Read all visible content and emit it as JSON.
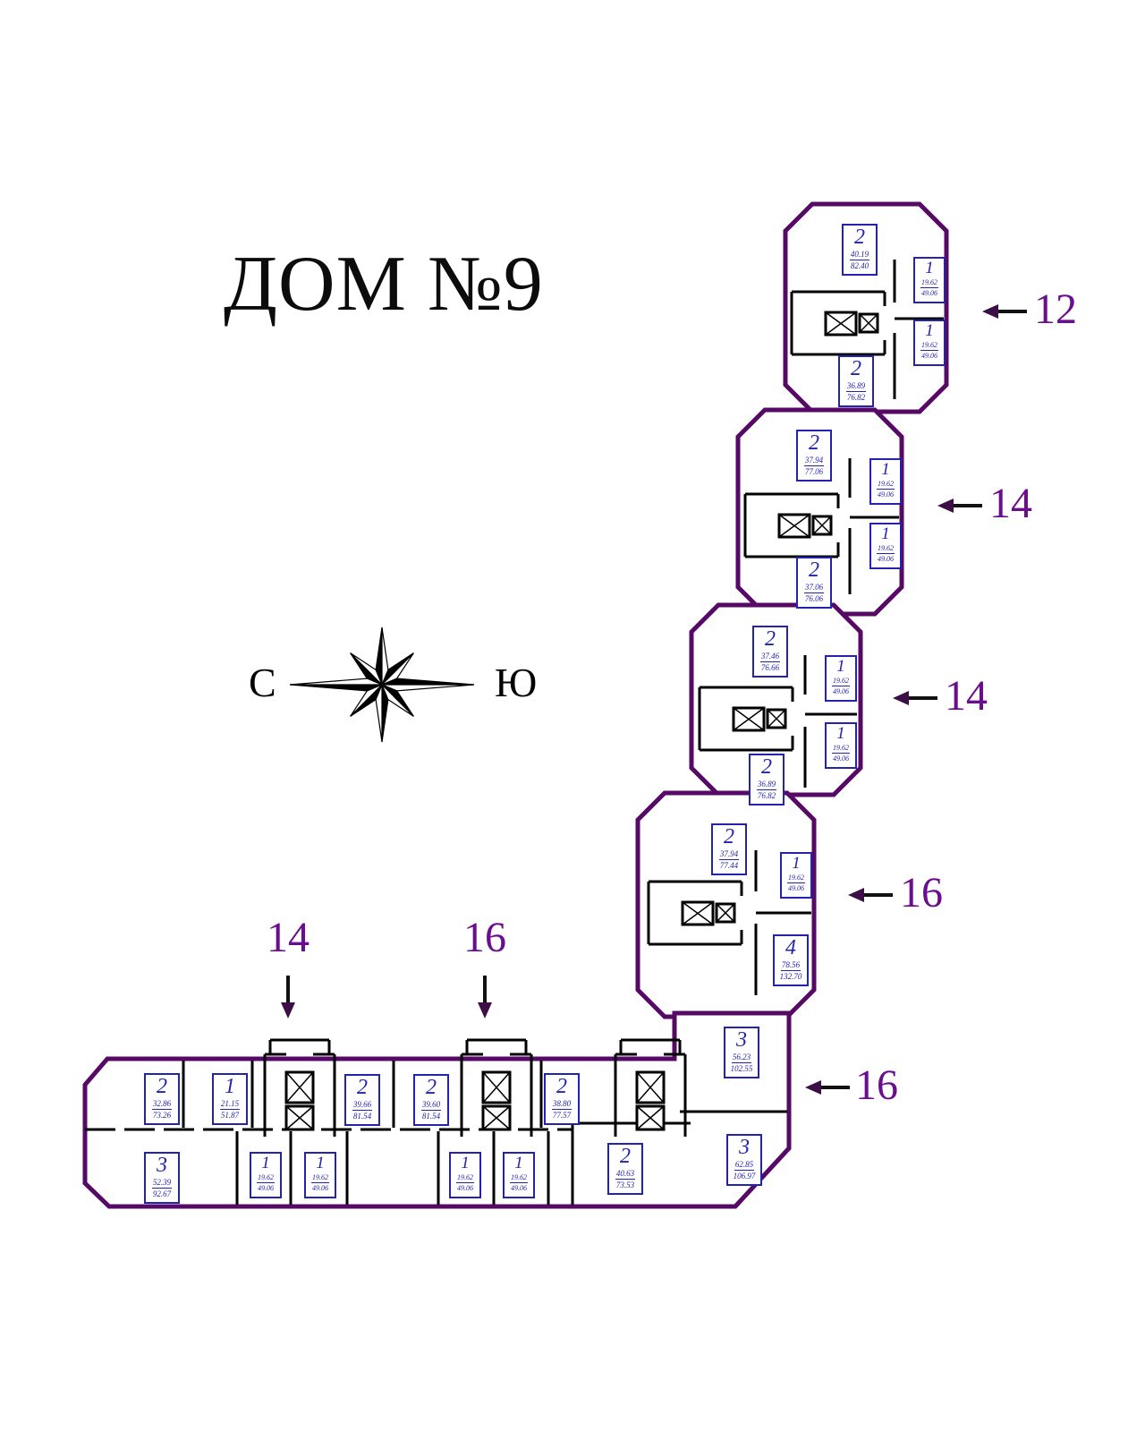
{
  "title": "ДОМ №9",
  "compass": {
    "north_label": "С",
    "south_label": "Ю"
  },
  "colors": {
    "outer_wall": "#560a66",
    "inner_wall": "#000000",
    "apartment_label": "#2323b0",
    "floor_label": "#6a0d8f"
  },
  "floor_pointers_right": [
    {
      "label": "12"
    },
    {
      "label": "14"
    },
    {
      "label": "14"
    },
    {
      "label": "16"
    },
    {
      "label": "16"
    }
  ],
  "floor_pointers_down": [
    {
      "label": "14"
    },
    {
      "label": "16"
    }
  ],
  "apartments": [
    {
      "rooms": "2",
      "living_area": "40.19",
      "total_area": "82.40"
    },
    {
      "rooms": "1",
      "living_area": "19.62",
      "total_area": "49.06"
    },
    {
      "rooms": "1",
      "living_area": "19.62",
      "total_area": "49.06"
    },
    {
      "rooms": "2",
      "living_area": "36.89",
      "total_area": "76.82"
    },
    {
      "rooms": "2",
      "living_area": "37.94",
      "total_area": "77.06"
    },
    {
      "rooms": "1",
      "living_area": "19.62",
      "total_area": "49.06"
    },
    {
      "rooms": "1",
      "living_area": "19.62",
      "total_area": "49.06"
    },
    {
      "rooms": "2",
      "living_area": "37.06",
      "total_area": "76.06"
    },
    {
      "rooms": "2",
      "living_area": "37.46",
      "total_area": "76.66"
    },
    {
      "rooms": "1",
      "living_area": "19.62",
      "total_area": "49.06"
    },
    {
      "rooms": "1",
      "living_area": "19.62",
      "total_area": "49.06"
    },
    {
      "rooms": "2",
      "living_area": "36.89",
      "total_area": "76.82"
    },
    {
      "rooms": "2",
      "living_area": "37.94",
      "total_area": "77.44"
    },
    {
      "rooms": "1",
      "living_area": "19.62",
      "total_area": "49.06"
    },
    {
      "rooms": "4",
      "living_area": "78.56",
      "total_area": "132.70"
    },
    {
      "rooms": "3",
      "living_area": "56.23",
      "total_area": "102.55"
    },
    {
      "rooms": "2",
      "living_area": "40.63",
      "total_area": "73.53"
    },
    {
      "rooms": "3",
      "living_area": "62.85",
      "total_area": "106.97"
    },
    {
      "rooms": "2",
      "living_area": "32.86",
      "total_area": "73.26"
    },
    {
      "rooms": "1",
      "living_area": "21.15",
      "total_area": "51.87"
    },
    {
      "rooms": "2",
      "living_area": "39.66",
      "total_area": "81.54"
    },
    {
      "rooms": "2",
      "living_area": "39.60",
      "total_area": "81.54"
    },
    {
      "rooms": "2",
      "living_area": "38.80",
      "total_area": "77.57"
    },
    {
      "rooms": "3",
      "living_area": "52.39",
      "total_area": "92.67"
    },
    {
      "rooms": "1",
      "living_area": "19.62",
      "total_area": "49.06"
    },
    {
      "rooms": "1",
      "living_area": "19.62",
      "total_area": "49.06"
    },
    {
      "rooms": "1",
      "living_area": "19.62",
      "total_area": "49.06"
    },
    {
      "rooms": "1",
      "living_area": "19.62",
      "total_area": "49.06"
    }
  ]
}
